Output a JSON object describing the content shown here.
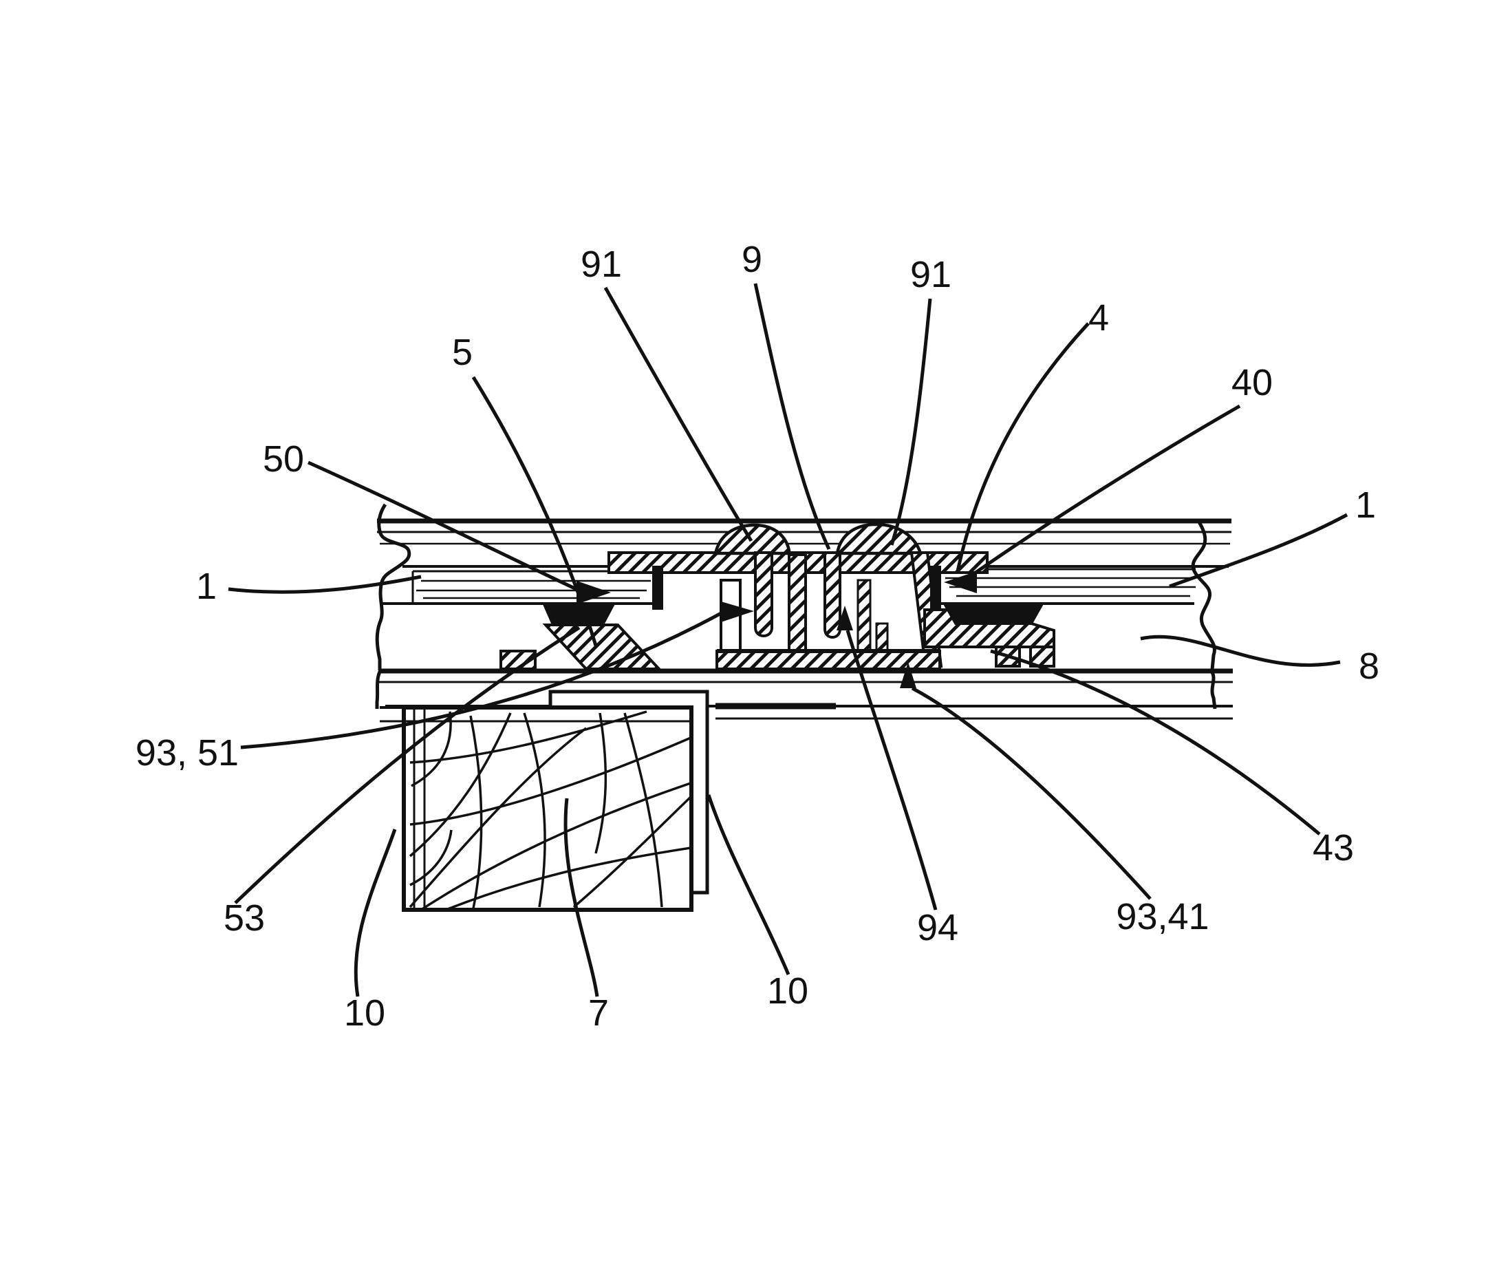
{
  "figure": {
    "kind": "patent-cross-section-drawing",
    "background_color": "#ffffff",
    "ink_color": "#111111",
    "labels": [
      {
        "id": "91-left",
        "text": "91"
      },
      {
        "id": "9",
        "text": "9"
      },
      {
        "id": "91-right",
        "text": "91"
      },
      {
        "id": "4",
        "text": "4"
      },
      {
        "id": "40",
        "text": "40"
      },
      {
        "id": "5",
        "text": "5"
      },
      {
        "id": "50",
        "text": "50"
      },
      {
        "id": "1-left",
        "text": "1"
      },
      {
        "id": "1-right",
        "text": "1"
      },
      {
        "id": "8",
        "text": "8"
      },
      {
        "id": "93-51",
        "text": "93, 51"
      },
      {
        "id": "53",
        "text": "53"
      },
      {
        "id": "10-left",
        "text": "10"
      },
      {
        "id": "7",
        "text": "7"
      },
      {
        "id": "10-right",
        "text": "10"
      },
      {
        "id": "94",
        "text": "94"
      },
      {
        "id": "93-41",
        "text": "93,41"
      },
      {
        "id": "43",
        "text": "43"
      }
    ]
  }
}
